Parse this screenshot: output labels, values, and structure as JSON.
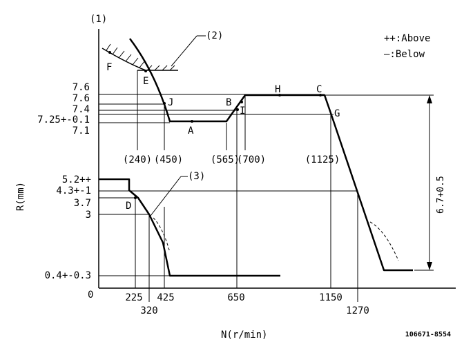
{
  "figure_id": "106671-8554",
  "annotations": {
    "n1": "(1)",
    "n2": "(2)",
    "n3": "(3)"
  },
  "legend": {
    "above": "++:Above",
    "below": "—:Below"
  },
  "axes": {
    "y_label": "R(mm)",
    "x_label": "N(r/min)",
    "origin": "0",
    "right_dim": "6.7+0.5"
  },
  "y_ticks_upper": [
    "7.6",
    "7.6",
    "7.4",
    "7.25+-0.1",
    "7.1"
  ],
  "y_ticks_lower": [
    "5.2++",
    "4.3+-1",
    "3.7",
    "3",
    "0.4+-0.3"
  ],
  "x_ticks_mid": [
    "(240)",
    "(450)",
    "(565)",
    "(700)",
    "(1125)"
  ],
  "x_ticks_bottom": [
    "225",
    "425",
    "650",
    "1150"
  ],
  "x_ticks_bottom2": [
    "320",
    "1270"
  ],
  "points": [
    "F",
    "E",
    "J",
    "A",
    "B",
    "I",
    "H",
    "C",
    "G",
    "D"
  ]
}
